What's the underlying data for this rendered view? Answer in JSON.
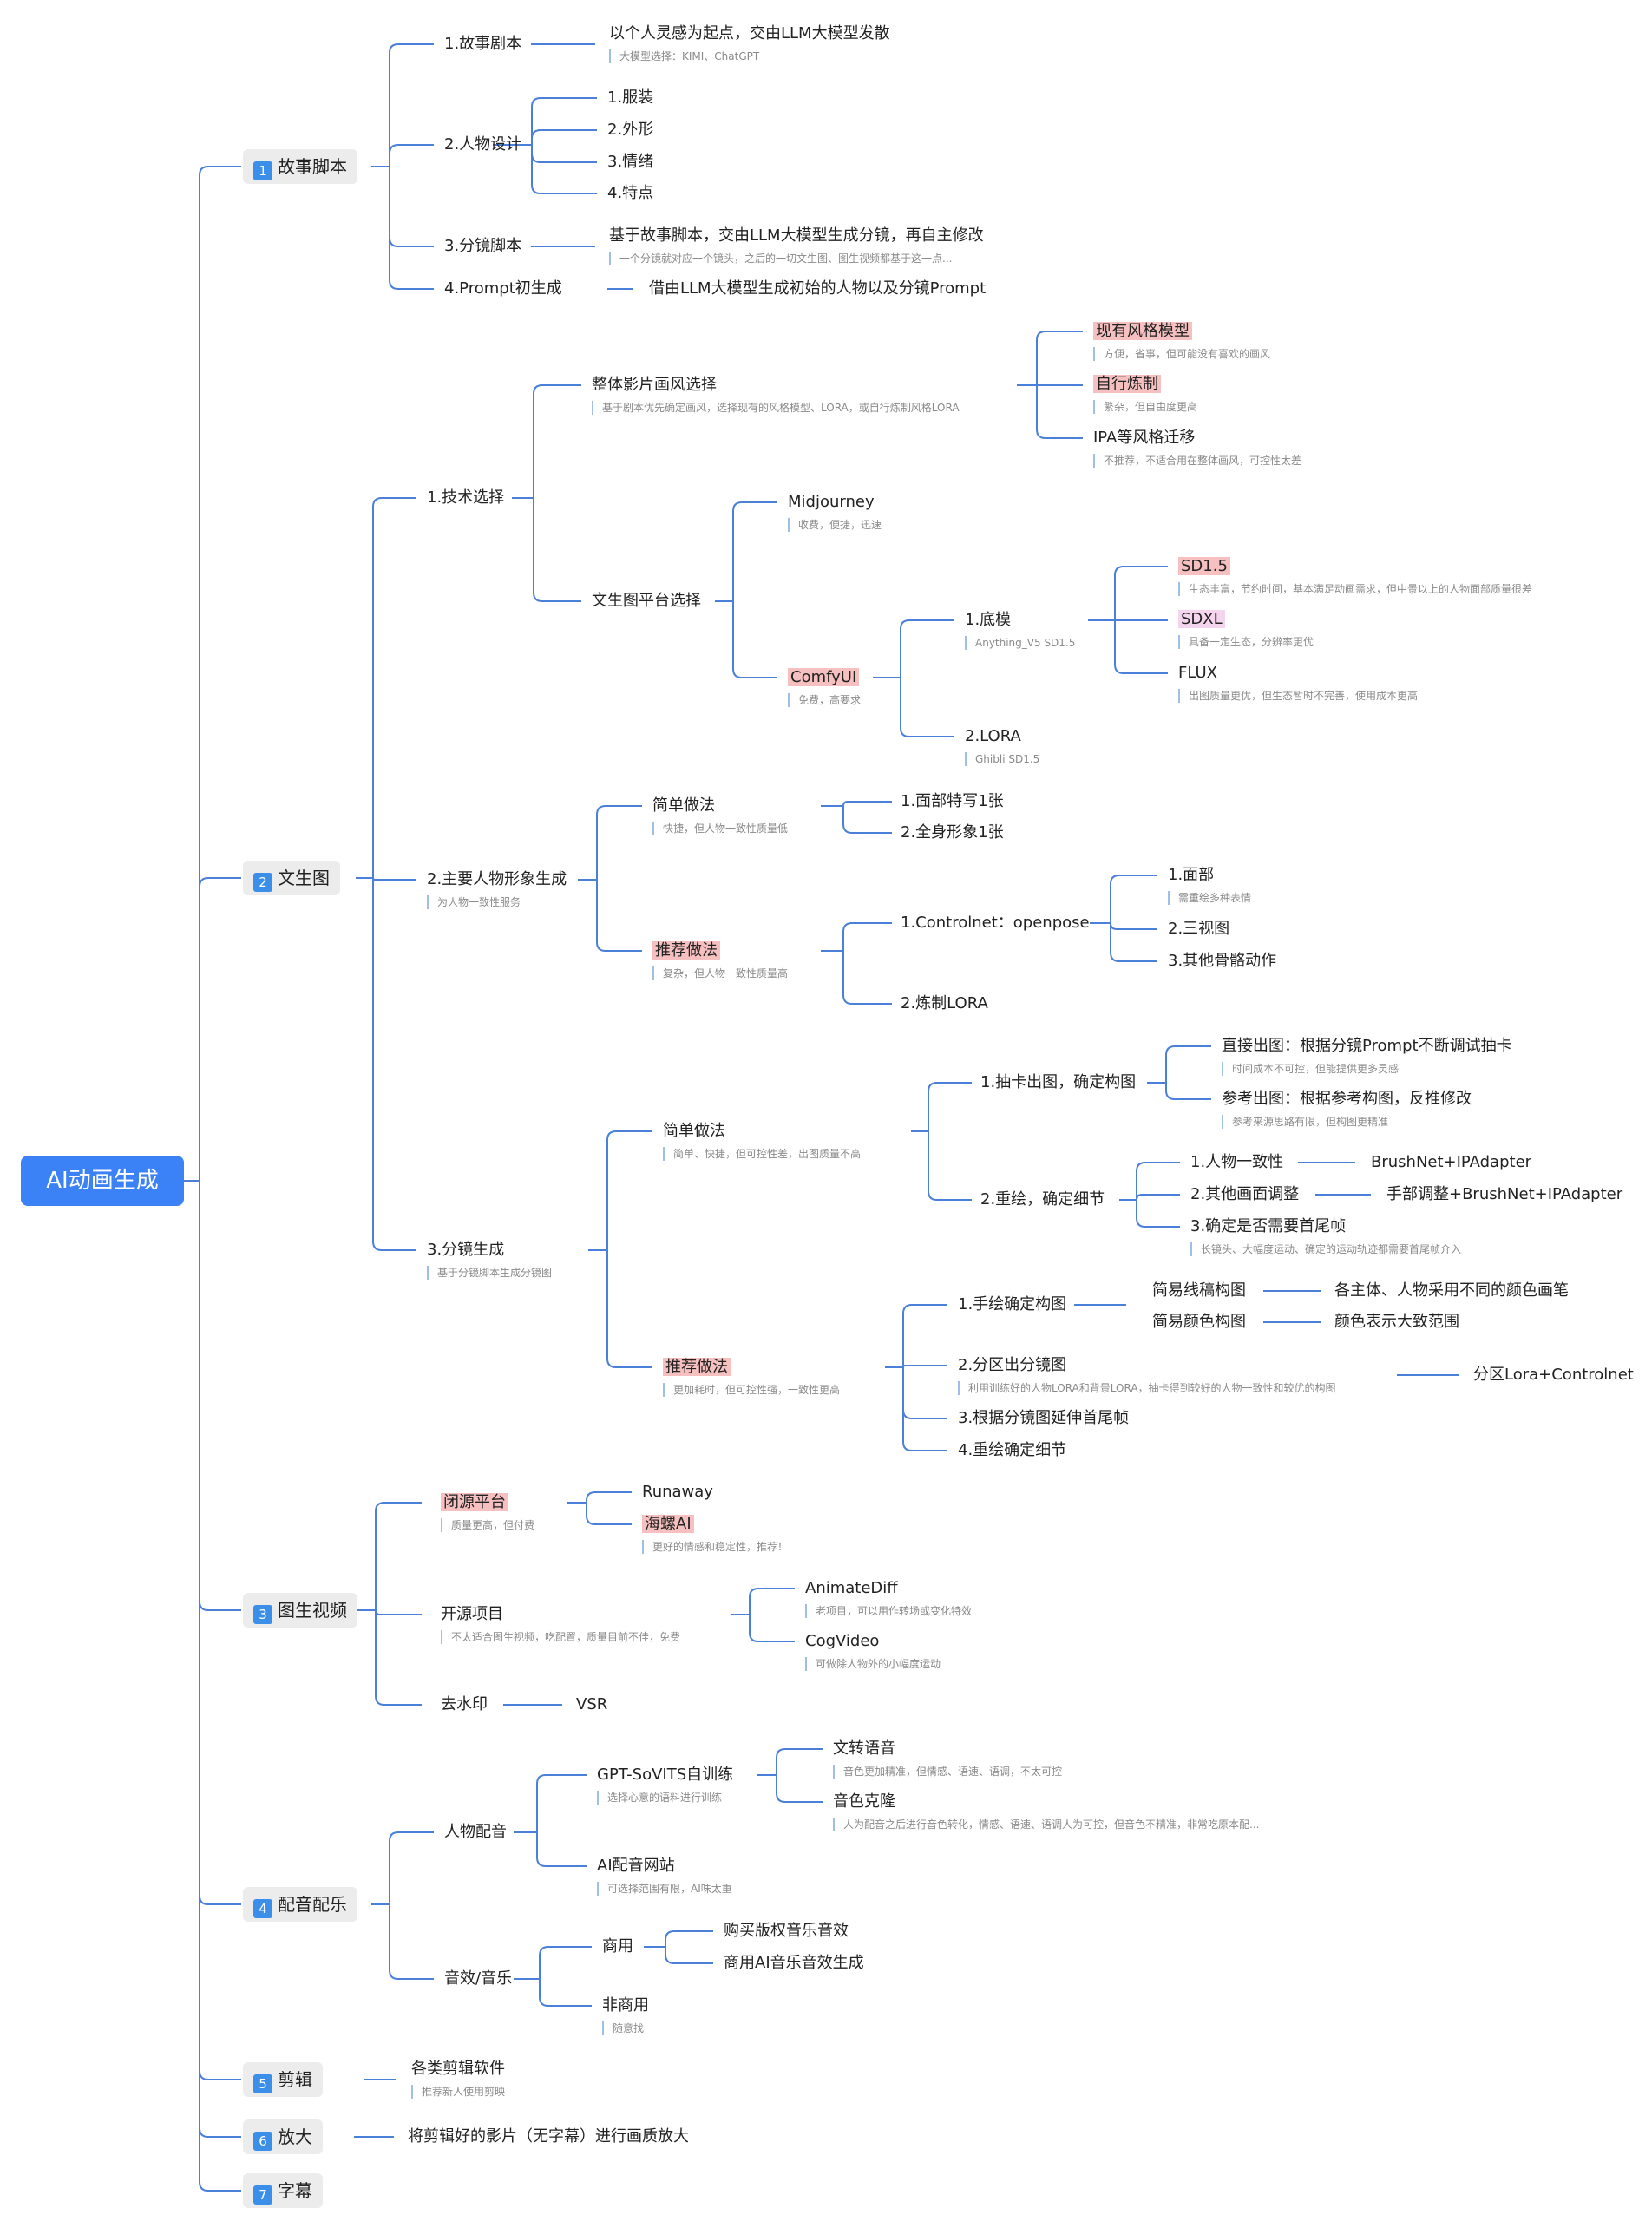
{
  "root": "AI动画生成",
  "sections": [
    {
      "num": "1",
      "label": "故事脚本"
    },
    {
      "num": "2",
      "label": "文生图"
    },
    {
      "num": "3",
      "label": "图生视频"
    },
    {
      "num": "4",
      "label": "配音配乐"
    },
    {
      "num": "5",
      "label": "剪辑"
    },
    {
      "num": "6",
      "label": "放大"
    },
    {
      "num": "7",
      "label": "字幕"
    }
  ],
  "colors": {
    "accent": "#3b82f6",
    "line": "#4a80d9",
    "highlight": "#f6c0c0",
    "highlight_pink": "#f5d5ee",
    "note_bar": "#9fbfe6"
  },
  "s1": {
    "a": {
      "t": "1.故事剧本",
      "c": "以个人灵感为起点，交由LLM大模型发散",
      "cn": "大模型选择：KIMI、ChatGPT"
    },
    "b": {
      "t": "2.人物设计",
      "items": [
        "1.服装",
        "2.外形",
        "3.情绪",
        "4.特点"
      ]
    },
    "c": {
      "t": "3.分镜脚本",
      "c": "基于故事脚本，交由LLM大模型生成分镜，再自主修改",
      "cn": "一个分镜就对应一个镜头，之后的一切文生图、图生视频都基于这一点..."
    },
    "d": {
      "t": "4.Prompt初生成",
      "c": "借由LLM大模型生成初始的人物以及分镜Prompt"
    }
  },
  "s2": {
    "tech": {
      "t": "1.技术选择",
      "style": {
        "t": "整体影片画风选择",
        "n": "基于剧本优先确定画风，选择现有的风格模型、LORA，或自行炼制风格LORA",
        "opts": [
          {
            "t": "现有风格模型",
            "n": "方便，省事，但可能没有喜欢的画风"
          },
          {
            "t": "自行炼制",
            "n": "繁杂，但自由度更高"
          },
          {
            "t": "IPA等风格迁移",
            "n": "不推荐，不适合用在整体画风，可控性太差"
          }
        ]
      },
      "platform": {
        "t": "文生图平台选择",
        "mj": {
          "t": "Midjourney",
          "n": "收费，便捷，迅速"
        },
        "comfy": {
          "t": "ComfyUI",
          "n": "免费，高要求",
          "base": {
            "t": "1.底模",
            "n": "Anything_V5  SD1.5",
            "opts": [
              {
                "t": "SD1.5",
                "n": "生态丰富，节约时间，基本满足动画需求，但中景以上的人物面部质量很差"
              },
              {
                "t": "SDXL",
                "n": "具备一定生态，分辨率更优"
              },
              {
                "t": "FLUX",
                "n": "出图质量更优，但生态暂时不完善，使用成本更高"
              }
            ]
          },
          "lora": {
            "t": "2.LORA",
            "n": "Ghibli SD1.5"
          }
        }
      }
    },
    "char": {
      "t": "2.主要人物形象生成",
      "n": "为人物一致性服务",
      "simple": {
        "t": "简单做法",
        "n": "快捷，但人物一致性质量低",
        "items": [
          "1.面部特写1张",
          "2.全身形象1张"
        ]
      },
      "rec": {
        "t": "推荐做法",
        "n": "复杂，但人物一致性质量高",
        "cn": {
          "t": "1.Controlnet：openpose",
          "items": [
            {
              "t": "1.面部",
              "n": "需重绘多种表情"
            },
            {
              "t": "2.三视图"
            },
            {
              "t": "3.其他骨骼动作"
            }
          ]
        },
        "lora": "2.炼制LORA"
      }
    },
    "shot": {
      "t": "3.分镜生成",
      "n": "基于分镜脚本生成分镜图",
      "simple": {
        "t": "简单做法",
        "n": "简单、快捷，但可控性差，出图质量不高",
        "draw": {
          "t": "1.抽卡出图，确定构图",
          "items": [
            {
              "t": "直接出图：根据分镜Prompt不断调试抽卡",
              "n": "时间成本不可控，但能提供更多灵感"
            },
            {
              "t": "参考出图：根据参考构图，反推修改",
              "n": "参考来源思路有限，但构图更精准"
            }
          ]
        },
        "redraw": {
          "t": "2.重绘，确定细节",
          "items": [
            {
              "t": "1.人物一致性",
              "c": "BrushNet+IPAdapter"
            },
            {
              "t": "2.其他画面调整",
              "c": "手部调整+BrushNet+IPAdapter"
            },
            {
              "t": "3.确定是否需要首尾帧",
              "n": "长镜头、大幅度运动、确定的运动轨迹都需要首尾帧介入"
            }
          ]
        }
      },
      "rec": {
        "t": "推荐做法",
        "n": "更加耗时，但可控性强，一致性更高",
        "hand": {
          "t": "1.手绘确定构图",
          "items": [
            {
              "t": "简易线稿构图",
              "c": "各主体、人物采用不同的颜色画笔"
            },
            {
              "t": "简易颜色构图",
              "c": "颜色表示大致范围"
            }
          ]
        },
        "zone": {
          "t": "2.分区出分镜图",
          "n": "利用训练好的人物LORA和背景LORA，抽卡得到较好的人物一致性和较优的构图",
          "c": "分区Lora+Controlnet"
        },
        "ext": "3.根据分镜图延伸首尾帧",
        "detail": "4.重绘确定细节"
      }
    }
  },
  "s3": {
    "closed": {
      "t": "闭源平台",
      "n": "质量更高，但付费",
      "items": [
        {
          "t": "Runaway"
        },
        {
          "t": "海螺AI",
          "n": "更好的情感和稳定性，推荐！"
        }
      ]
    },
    "open": {
      "t": "开源项目",
      "n": "不太适合图生视频，吃配置，质量目前不佳，免费",
      "items": [
        {
          "t": "AnimateDiff",
          "n": "老项目，可以用作转场或变化特效"
        },
        {
          "t": "CogVideo",
          "n": "可做除人物外的小幅度运动"
        }
      ]
    },
    "wm": {
      "t": "去水印",
      "c": "VSR"
    }
  },
  "s4": {
    "voice": {
      "t": "人物配音",
      "gpt": {
        "t": "GPT-SoVITS自训练",
        "n": "选择心意的语料进行训练",
        "items": [
          {
            "t": "文转语音",
            "n": "音色更加精准，但情感、语速、语调，不太可控"
          },
          {
            "t": "音色克隆",
            "n": "人为配音之后进行音色转化，情感、语速、语调人为可控，但音色不精准，非常吃原本配..."
          }
        ]
      },
      "site": {
        "t": "AI配音网站",
        "n": "可选择范围有限，AI味太重"
      }
    },
    "music": {
      "t": "音效/音乐",
      "com": {
        "t": "商用",
        "items": [
          "购买版权音乐音效",
          "商用AI音乐音效生成"
        ]
      },
      "noncom": {
        "t": "非商用",
        "n": "随意找"
      }
    }
  },
  "s5": {
    "t": "各类剪辑软件",
    "n": "推荐新人使用剪映"
  },
  "s6": {
    "t": "将剪辑好的影片（无字幕）进行画质放大"
  }
}
